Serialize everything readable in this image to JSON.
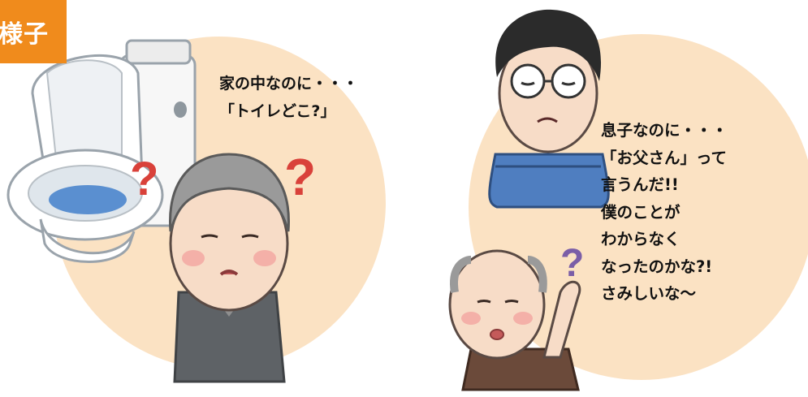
{
  "tag": {
    "text": "様子",
    "color": "#f08b1c"
  },
  "left_scene": {
    "circle_color": "#fbe2c3",
    "caption_lines": [
      "家の中なのに・・・",
      "「トイレどこ?」"
    ]
  },
  "right_scene": {
    "circle_color": "#fbe2c3",
    "caption_lines": [
      "息子なのに・・・",
      "「お父さん」って",
      "言うんだ!!",
      "僕のことが",
      "わからなく",
      "なったのかな?!",
      "さみしいな～"
    ]
  },
  "colors": {
    "question_red": "#d9413a",
    "question_purple": "#7b5ea7",
    "skin": "#f7dcc7",
    "gray_vest": "#5e6266",
    "blue_shirt": "#4f7ec0",
    "brown_jacket": "#6b4a3a"
  },
  "icons": [
    "toilet-icon",
    "elderly-man-confused-icon",
    "son-sad-icon",
    "elderly-man-listening-icon",
    "question-mark-icon"
  ]
}
